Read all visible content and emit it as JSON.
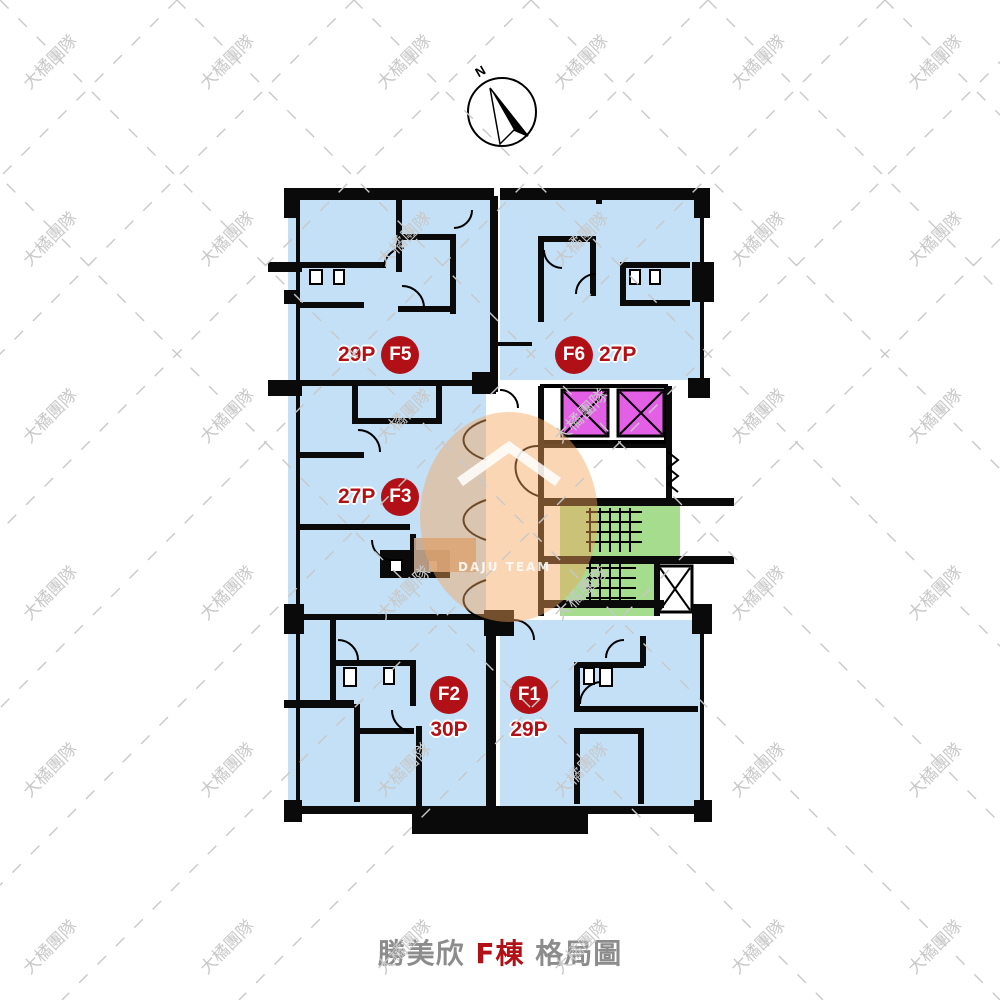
{
  "compass": {
    "north_label": "N",
    "icon": "north-arrow-icon"
  },
  "caption": {
    "prefix": "勝美欣 ",
    "building": "F棟",
    "suffix": " 格局圖",
    "accent_color": "#b11116"
  },
  "units": [
    {
      "id": "F5",
      "area": "29P"
    },
    {
      "id": "F6",
      "area": "27P"
    },
    {
      "id": "F3",
      "area": "27P"
    },
    {
      "id": "F2",
      "area": "30P"
    },
    {
      "id": "F1",
      "area": "29P"
    }
  ],
  "watermark": {
    "text": "大橘團隊",
    "logo_text": "DAJU TEAM",
    "logo_char": "大橘"
  },
  "colors": {
    "unit_fill": "#c3e0f7",
    "wall": "#0a0a0a",
    "elevator": "#e35fe6",
    "stair": "#a6dc8e",
    "badge": "#b11116",
    "watermark": "#c8c8c8"
  }
}
